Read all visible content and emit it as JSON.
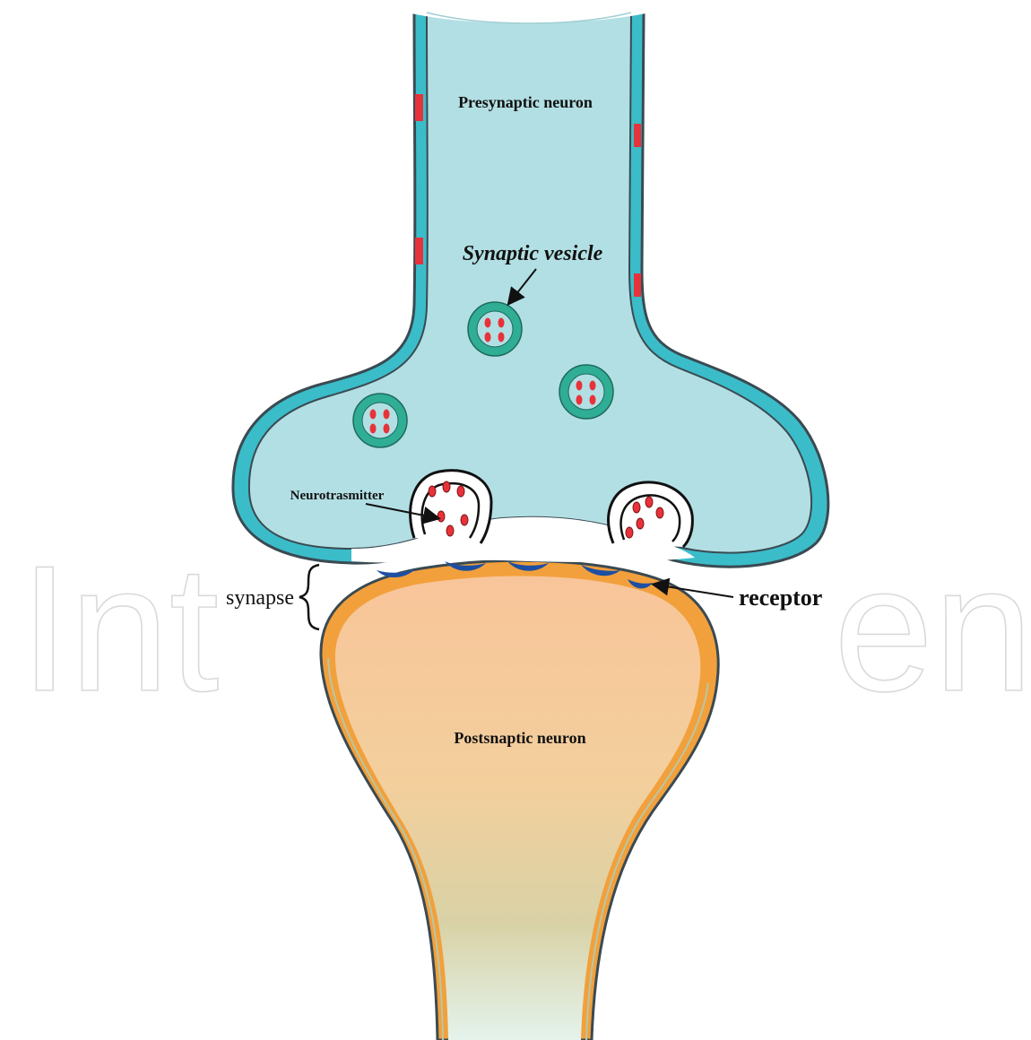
{
  "labels": {
    "presynaptic": "Presynaptic neuron",
    "vesicle": "Synaptic vesicle",
    "neurotransmitter": "Neurotrasmitter",
    "synapse": "synapse",
    "receptor": "receptor",
    "postsynaptic": "Postsnaptic neuron"
  },
  "watermark": {
    "left": "Int",
    "right": "en"
  },
  "colors": {
    "presynaptic_fill": "#b2dfe3",
    "presynaptic_membrane": "#3bbcc9",
    "membrane_outline": "#3a4a52",
    "vesicle_ring": "#2fae95",
    "neurotransmitter": "#e8323a",
    "ion_channel": "#e8323a",
    "receptor": "#1d4fa3",
    "postsynaptic_membrane": "#f2a03c",
    "postsynaptic_top": "#f8c59a",
    "postsynaptic_bottom": "#e4f3ec"
  }
}
